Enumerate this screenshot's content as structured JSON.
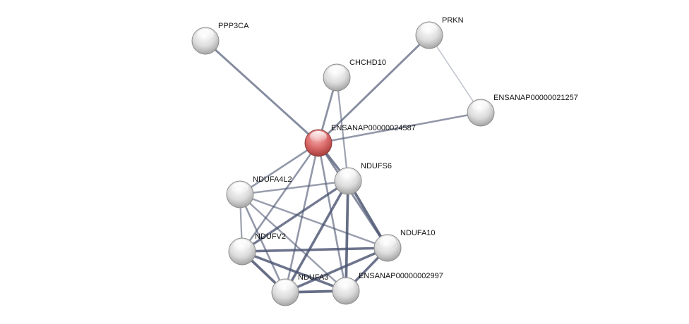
{
  "title": "Protein interaction network",
  "colors": {
    "query_node": "#d9534f",
    "node": "#e8e8e8",
    "edge": "#4a5370"
  },
  "nodes": [
    {
      "id": "PPP3CA",
      "label": "PPP3CA",
      "query": false
    },
    {
      "id": "PRKN",
      "label": "PRKN",
      "query": false
    },
    {
      "id": "CHCHD10",
      "label": "CHCHD10",
      "query": false
    },
    {
      "id": "ENSANAP00000021257",
      "label": "ENSANAP00000021257",
      "query": false
    },
    {
      "id": "ENSANAP00000024587",
      "label": "ENSANAP00000024587",
      "query": true
    },
    {
      "id": "NDUFS6",
      "label": "NDUFS6",
      "query": false
    },
    {
      "id": "NDUFA4L2",
      "label": "NDUFA4L2",
      "query": false
    },
    {
      "id": "NDUFV2",
      "label": "NDUFV2",
      "query": false
    },
    {
      "id": "NDUFA10",
      "label": "NDUFA10",
      "query": false
    },
    {
      "id": "NDUFA3",
      "label": "NDUFA3",
      "query": false
    },
    {
      "id": "ENSANAP00000002997",
      "label": "ENSANAP00000002997",
      "query": false
    }
  ],
  "edges": [
    {
      "a": "ENSANAP00000024587",
      "b": "PPP3CA",
      "w": 0.6
    },
    {
      "a": "ENSANAP00000024587",
      "b": "PRKN",
      "w": 0.6
    },
    {
      "a": "ENSANAP00000024587",
      "b": "CHCHD10",
      "w": 0.55
    },
    {
      "a": "ENSANAP00000024587",
      "b": "ENSANAP00000021257",
      "w": 0.5
    },
    {
      "a": "PRKN",
      "b": "ENSANAP00000021257",
      "w": 0.15
    },
    {
      "a": "CHCHD10",
      "b": "NDUFS6",
      "w": 0.4
    },
    {
      "a": "ENSANAP00000024587",
      "b": "NDUFS6",
      "w": 0.7
    },
    {
      "a": "ENSANAP00000024587",
      "b": "NDUFA4L2",
      "w": 0.5
    },
    {
      "a": "ENSANAP00000024587",
      "b": "NDUFV2",
      "w": 0.5
    },
    {
      "a": "ENSANAP00000024587",
      "b": "NDUFA10",
      "w": 0.6
    },
    {
      "a": "ENSANAP00000024587",
      "b": "NDUFA3",
      "w": 0.5
    },
    {
      "a": "ENSANAP00000024587",
      "b": "ENSANAP00000002997",
      "w": 0.5
    },
    {
      "a": "NDUFA4L2",
      "b": "NDUFS6",
      "w": 0.45
    },
    {
      "a": "NDUFA4L2",
      "b": "NDUFV2",
      "w": 0.4
    },
    {
      "a": "NDUFA4L2",
      "b": "NDUFA3",
      "w": 0.5
    },
    {
      "a": "NDUFA4L2",
      "b": "ENSANAP00000002997",
      "w": 0.45
    },
    {
      "a": "NDUFA4L2",
      "b": "NDUFA10",
      "w": 0.45
    },
    {
      "a": "NDUFV2",
      "b": "NDUFS6",
      "w": 0.75
    },
    {
      "a": "NDUFV2",
      "b": "NDUFA10",
      "w": 0.8
    },
    {
      "a": "NDUFV2",
      "b": "NDUFA3",
      "w": 0.85
    },
    {
      "a": "NDUFV2",
      "b": "ENSANAP00000002997",
      "w": 0.8
    },
    {
      "a": "NDUFS6",
      "b": "NDUFA3",
      "w": 0.8
    },
    {
      "a": "NDUFS6",
      "b": "ENSANAP00000002997",
      "w": 0.85
    },
    {
      "a": "NDUFS6",
      "b": "NDUFA10",
      "w": 0.85
    },
    {
      "a": "NDUFA10",
      "b": "NDUFA3",
      "w": 0.8
    },
    {
      "a": "NDUFA10",
      "b": "ENSANAP00000002997",
      "w": 0.8
    },
    {
      "a": "NDUFA3",
      "b": "ENSANAP00000002997",
      "w": 0.85
    }
  ]
}
